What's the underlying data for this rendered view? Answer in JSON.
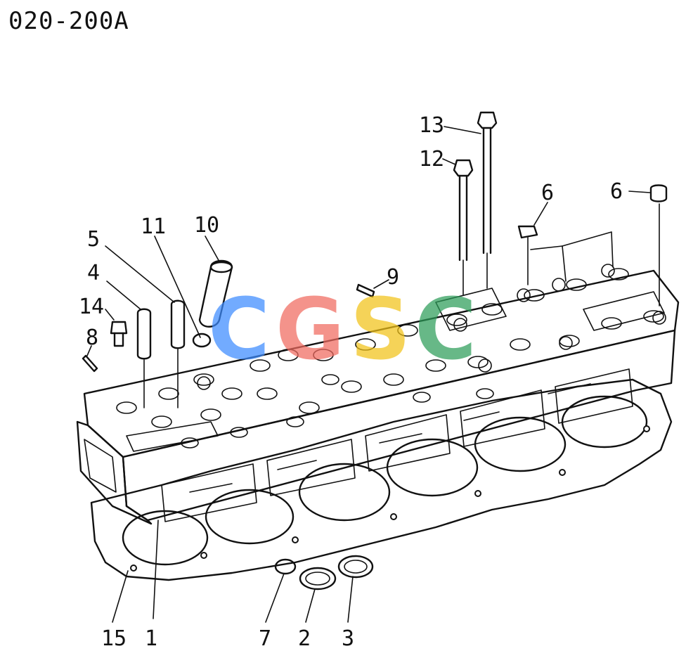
{
  "diagram": {
    "code": "020-200A",
    "callouts": [
      {
        "id": "1",
        "label": "1"
      },
      {
        "id": "2",
        "label": "2"
      },
      {
        "id": "3",
        "label": "3"
      },
      {
        "id": "4",
        "label": "4"
      },
      {
        "id": "5",
        "label": "5"
      },
      {
        "id": "6a",
        "label": "6"
      },
      {
        "id": "6b",
        "label": "6"
      },
      {
        "id": "7",
        "label": "7"
      },
      {
        "id": "8",
        "label": "8"
      },
      {
        "id": "9",
        "label": "9"
      },
      {
        "id": "10",
        "label": "10"
      },
      {
        "id": "11",
        "label": "11"
      },
      {
        "id": "12",
        "label": "12"
      },
      {
        "id": "13",
        "label": "13"
      },
      {
        "id": "14",
        "label": "14"
      },
      {
        "id": "15",
        "label": "15"
      }
    ],
    "watermark": {
      "letters": [
        "C",
        "G",
        "S",
        "C"
      ],
      "colors": [
        "#3d8bff",
        "#f06a5f",
        "#f2c318",
        "#2e9e5a"
      ]
    }
  }
}
